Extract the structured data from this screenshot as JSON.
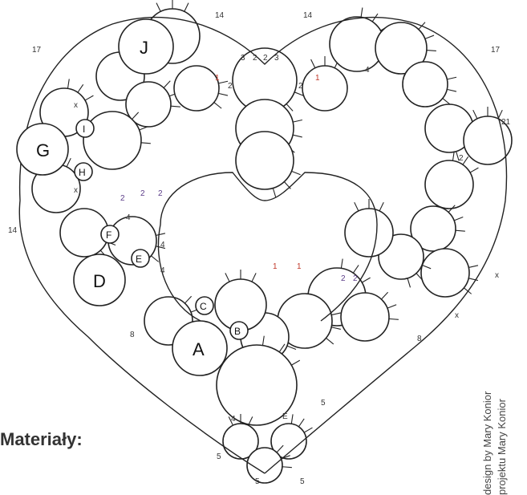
{
  "ring_labels": {
    "A": "A",
    "B": "B",
    "C": "C",
    "D": "D",
    "E": "E",
    "F": "F",
    "G": "G",
    "H": "H",
    "I": "I",
    "J": "J"
  },
  "numbers": {
    "n14": "14",
    "n17": "17",
    "n3": "3",
    "n2": "2",
    "n4": "4",
    "n8": "8",
    "n5": "5",
    "n1": "1",
    "n21": "21",
    "nE": "E",
    "nx": "x"
  },
  "section_heading": "Materiały:",
  "credit_line_1": "design by Mary Konior",
  "credit_line_2": "projektu Mary Konior"
}
